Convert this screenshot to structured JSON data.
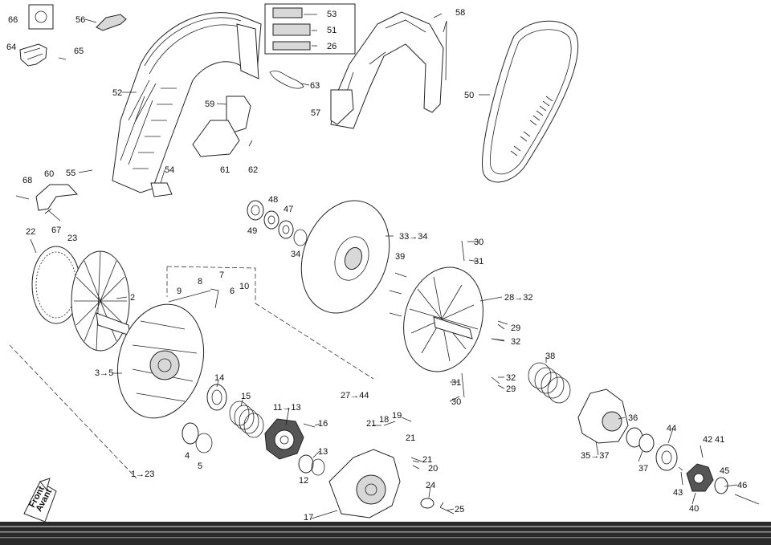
{
  "callouts": {
    "c66": "66",
    "c56": "56",
    "c64": "64",
    "c65": "65",
    "c52": "52",
    "c53": "53",
    "c51": "51",
    "c26": "26",
    "c58": "58",
    "c63": "63",
    "c57": "57",
    "c50": "50",
    "c59": "59",
    "c61": "61",
    "c62": "62",
    "c54": "54",
    "c55": "55",
    "c68": "68",
    "c60": "60",
    "c67": "67",
    "c48": "48",
    "c47": "47",
    "c49": "49",
    "c34": "34",
    "c33": "33→34",
    "c22": "22",
    "c23": "23",
    "c2": "2",
    "c9": "9",
    "c8": "8",
    "c7": "7",
    "c6": "6",
    "c10": "10",
    "c30a": "30",
    "c31a": "31",
    "c39": "39",
    "c28": "28→32",
    "c29a": "29",
    "c32a": "32",
    "c38": "38",
    "c3": "3→5",
    "c14": "14",
    "c15": "15",
    "c27": "27→44",
    "c11": "11→13",
    "c16": "16",
    "c4": "4",
    "c5": "5",
    "c13": "13",
    "c12": "12",
    "c1": "1→23",
    "c21a": "21",
    "c18": "18",
    "c19": "19",
    "c21b": "21",
    "c21c": "21",
    "c20": "20",
    "c31b": "31",
    "c30b": "30",
    "c32b": "32",
    "c29b": "29",
    "c36": "36",
    "c44": "44",
    "c35": "35→37",
    "c37": "37",
    "c42": "42",
    "c41": "41",
    "c43": "43",
    "c45": "45",
    "c40": "40",
    "c46": "46",
    "c24": "24",
    "c25": "25",
    "c17": "17"
  },
  "front_marker": {
    "line1": "Front",
    "line2": "Avant"
  }
}
